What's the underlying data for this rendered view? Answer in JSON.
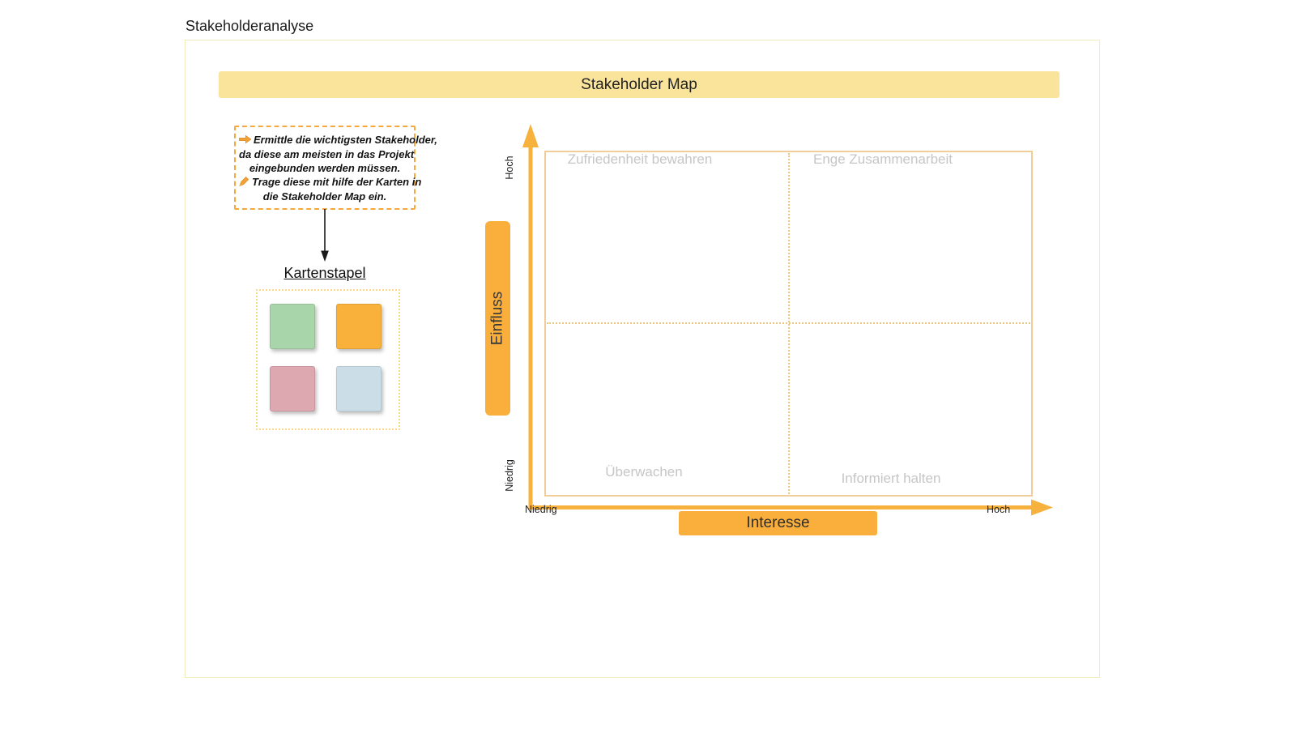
{
  "page": {
    "title": "Stakeholderanalyse"
  },
  "banner": {
    "label": "Stakeholder Map"
  },
  "instruction": {
    "lines": [
      {
        "icon": "pointing-hand",
        "text": "Ermittle die wichtigsten Stakeholder,"
      },
      {
        "icon": null,
        "text": "da diese am meisten in das Projekt"
      },
      {
        "icon": null,
        "text": "eingebunden werden müssen."
      },
      {
        "icon": "writing-hand",
        "text": "Trage diese mit hilfe der Karten in"
      },
      {
        "icon": null,
        "text": "die Stakeholder Map ein."
      }
    ]
  },
  "card_stack": {
    "title": "Kartenstapel",
    "cards": [
      {
        "name": "green-card",
        "color": "#A9D5AA"
      },
      {
        "name": "orange-card",
        "color": "#F9B13C"
      },
      {
        "name": "pink-card",
        "color": "#DEA8B1"
      },
      {
        "name": "blue-card",
        "color": "#CBDEE8"
      }
    ]
  },
  "map": {
    "quadrants": [
      {
        "position": "top-left",
        "label": "Zufriedenheit bewahren"
      },
      {
        "position": "top-right",
        "label": "Enge Zusammenarbeit"
      },
      {
        "position": "bottom-left",
        "label": "Überwachen"
      },
      {
        "position": "bottom-right",
        "label": "Informiert halten"
      }
    ],
    "y_axis": {
      "label": "Einfluss",
      "high": "Hoch",
      "low": "Niedrig"
    },
    "x_axis": {
      "label": "Interesse",
      "low": "Niedrig",
      "high": "Hoch"
    }
  },
  "colors": {
    "banner_bg": "#FAE49C",
    "axis_orange": "#F7B13D",
    "axis_bar_bg": "#FAAE3B",
    "quad_border": "#F0CD99",
    "divider_dotted": "#E8C87E",
    "quad_label_gray": "#C6C6C6",
    "instruction_border": "#F5A93C",
    "stack_border_dotted": "#F8DA85",
    "board_border": "#F2EBBE",
    "icon_orange": "#F2A139"
  }
}
